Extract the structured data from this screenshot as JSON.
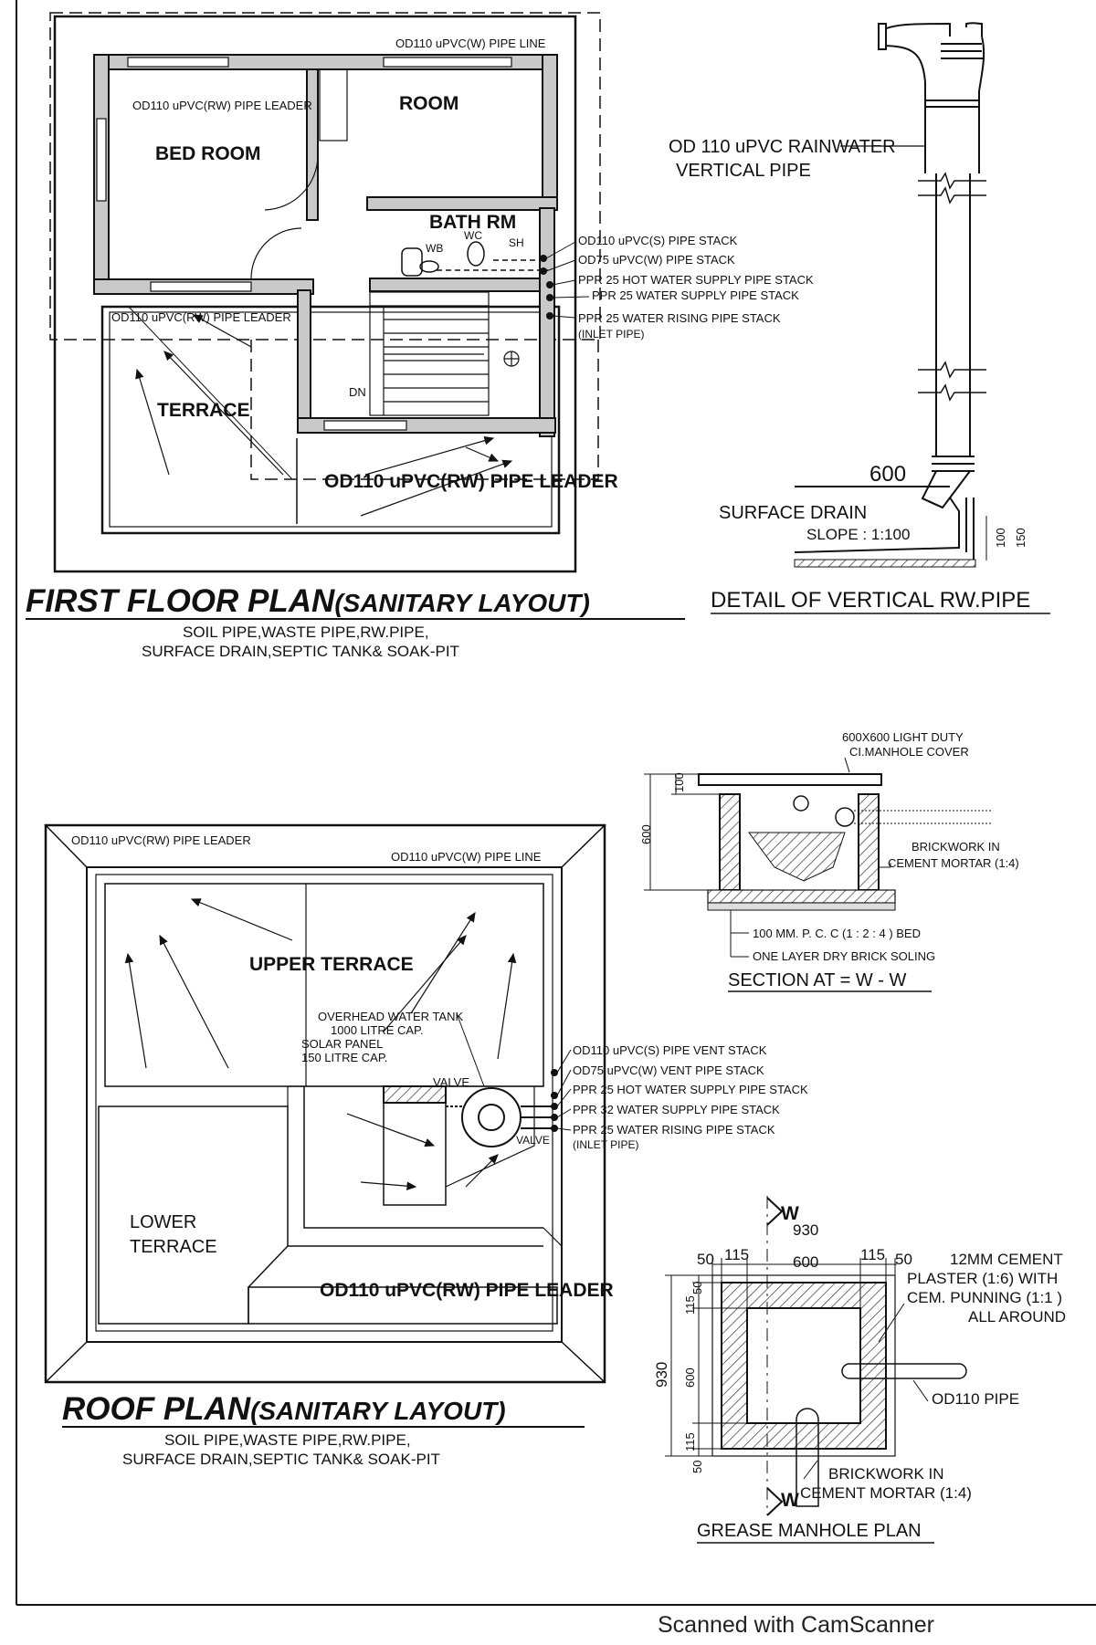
{
  "first_floor": {
    "rooms": {
      "bed_room": "BED ROOM",
      "room": "ROOM",
      "bath_rm": "BATH RM",
      "terrace": "TERRACE",
      "wb": "WB",
      "wc": "WC",
      "sh": "SH",
      "dn": "DN"
    },
    "labels": {
      "w_pipe_line": "OD110 uPVC(W) PIPE LINE",
      "rw_leader_top": "OD110 uPVC(RW) PIPE LEADER",
      "rw_leader_mid": "OD110 uPVC(RW) PIPE LEADER",
      "rw_leader_bottom": "OD110 uPVC(RW) PIPE LEADER",
      "s_stack": "OD110 uPVC(S) PIPE STACK",
      "w_stack": "OD75 uPVC(W) PIPE STACK",
      "hot_stack": "PPR 25 HOT WATER SUPPLY PIPE STACK",
      "supply_stack": "PPR 25 WATER SUPPLY PIPE STACK",
      "rising_stack": "PPR 25 WATER RISING PIPE STACK",
      "inlet": "(INLET PIPE)"
    },
    "title": "FIRST FLOOR PLAN",
    "title_suffix": "(SANITARY LAYOUT)",
    "subtitle_1": "SOIL PIPE,WASTE PIPE,RW.PIPE,",
    "subtitle_2": "SURFACE DRAIN,SEPTIC TANK& SOAK-PIT"
  },
  "rw_pipe_detail": {
    "label_1": "OD 110 uPVC RAINWATER",
    "label_2": "VERTICAL PIPE",
    "dim_600": "600",
    "surface_drain": "SURFACE DRAIN",
    "slope": "SLOPE : 1:100",
    "dim_100": "100",
    "dim_150": "150",
    "title": "DETAIL OF VERTICAL RW.PIPE"
  },
  "roof_plan": {
    "labels": {
      "rw_leader_top": "OD110 uPVC(RW) PIPE LEADER",
      "w_pipe_line": "OD110 uPVC(W) PIPE LINE",
      "upper_terrace": "UPPER TERRACE",
      "tank_1": "OVERHEAD WATER TANK",
      "tank_2": "1000 LITRE CAP.",
      "solar_1": "SOLAR PANEL",
      "solar_2": "150 LITRE CAP.",
      "valve_1": "VALVE",
      "valve_2": "VALVE",
      "lower_1": "LOWER",
      "lower_2": "TERRACE",
      "rw_leader_bottom": "OD110 uPVC(RW) PIPE LEADER",
      "s_vent": "OD110 uPVC(S) PIPE VENT STACK",
      "w_vent": "OD75 uPVC(W) VENT PIPE STACK",
      "hot_stack": "PPR 25 HOT WATER SUPPLY PIPE STACK",
      "supply_stack": "PPR 32 WATER SUPPLY PIPE STACK",
      "rising_stack": "PPR 25 WATER RISING PIPE STACK",
      "inlet": "(INLET PIPE)"
    },
    "title": "ROOF PLAN",
    "title_suffix": "(SANITARY LAYOUT)",
    "subtitle_1": "SOIL PIPE,WASTE PIPE,RW.PIPE,",
    "subtitle_2": "SURFACE DRAIN,SEPTIC TANK& SOAK-PIT"
  },
  "section_ww": {
    "cover_1": "600X600 LIGHT DUTY",
    "cover_2": "CI.MANHOLE COVER",
    "dim_100": "100",
    "dim_600": "600",
    "brick_1": "BRICKWORK IN",
    "brick_2": "CEMENT MORTAR (1:4)",
    "pcc": "100 MM. P. C. C (1 : 2 : 4 ) BED",
    "soling": "ONE LAYER DRY BRICK SOLING",
    "title": "SECTION AT = W - W"
  },
  "grease_manhole": {
    "w_top": "W",
    "w_bottom": "W",
    "dim_930_top": "930",
    "dim_50_l": "50",
    "dim_115_l": "115",
    "dim_600": "600",
    "dim_115_r": "115",
    "dim_50_r": "50",
    "plaster_1": "12MM CEMENT",
    "plaster_2": "PLASTER (1:6) WITH",
    "plaster_3": "CEM. PUNNING (1:1 )",
    "plaster_4": "ALL AROUND",
    "dim_930_left": "930",
    "dim_v_50_t": "50",
    "dim_v_115_t": "115",
    "dim_v_600": "600",
    "dim_v_115_b": "115",
    "dim_v_50_b": "50",
    "pipe": "OD110 PIPE",
    "brick_1": "BRICKWORK IN",
    "brick_2": "CEMENT MORTAR (1:4)",
    "title": "GREASE MANHOLE PLAN"
  },
  "watermark": "Scanned with CamScanner"
}
